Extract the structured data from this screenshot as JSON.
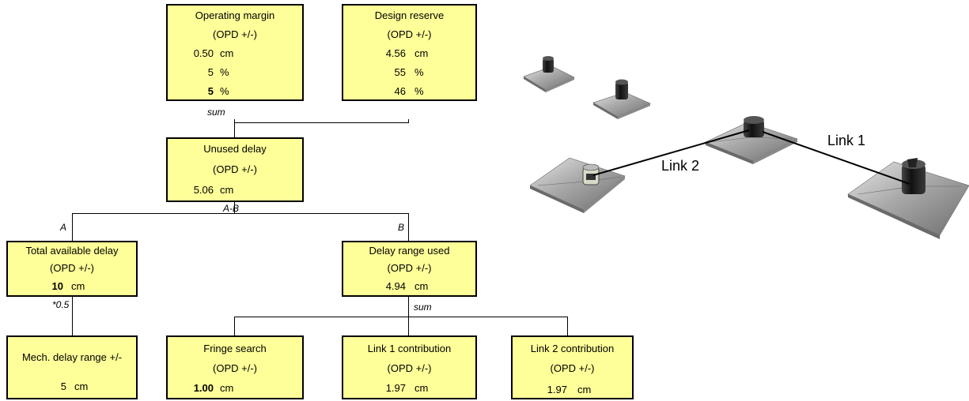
{
  "operating_margin": {
    "title": "Operating margin",
    "subtitle": "(OPD +/-)",
    "value1": "0.50",
    "unit1": "cm",
    "value2": "5",
    "unit2": "%",
    "value3": "5",
    "unit3": "%"
  },
  "design_reserve": {
    "title": "Design reserve",
    "subtitle": "(OPD +/-)",
    "value1": "4.56",
    "unit1": "cm",
    "value2": "55",
    "unit2": "%",
    "value3": "46",
    "unit3": "%"
  },
  "unused_delay": {
    "title": "Unused delay",
    "subtitle": "(OPD +/-)",
    "value1": "5.06",
    "unit1": "cm"
  },
  "total_available_delay": {
    "title": "Total available delay",
    "subtitle": "(OPD +/-)",
    "value1": "10",
    "unit1": "cm"
  },
  "delay_range_used": {
    "title": "Delay range used",
    "subtitle": "(OPD +/-)",
    "value1": "4.94",
    "unit1": "cm"
  },
  "mech_delay_range": {
    "title": "Mech. delay range +/-",
    "value1": "5",
    "unit1": "cm"
  },
  "fringe_search": {
    "title": "Fringe search",
    "subtitle": "(OPD +/-)",
    "value1": "1.00",
    "unit1": "cm"
  },
  "link1_contribution": {
    "title": "Link 1 contribution",
    "subtitle": "(OPD +/-)",
    "value1": "1.97",
    "unit1": "cm"
  },
  "link2_contribution": {
    "title": "Link 2 contribution",
    "subtitle": "(OPD +/-)",
    "value1": "1.97",
    "unit1": "cm"
  },
  "operators": {
    "sum_top": "sum",
    "a_minus_b": "A-B",
    "a": "A",
    "b": "B",
    "times_half": "*0.5",
    "sum_bottom": "sum"
  },
  "illustration": {
    "link1_label": "Link 1",
    "link2_label": "Link 2"
  }
}
